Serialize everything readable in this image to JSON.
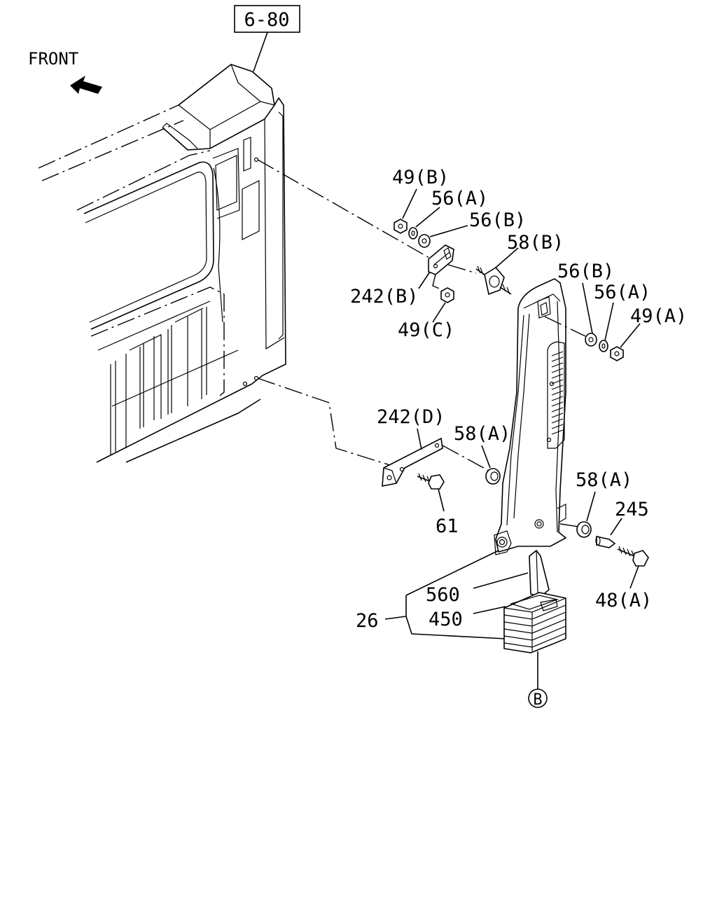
{
  "diagram": {
    "ref_box": "6-80",
    "direction_label": "FRONT",
    "colors": {
      "line": "#000000",
      "background": "#ffffff"
    },
    "icons": {
      "direction": "front-arrow-icon",
      "circled_b": "circled-b-icon"
    },
    "labels": {
      "p49b": "49(B)",
      "p56a_top": "56(A)",
      "p56b_top": "56(B)",
      "p58b": "58(B)",
      "p242b": "242(B)",
      "p49c": "49(C)",
      "p56b_right": "56(B)",
      "p56a_right": "56(A)",
      "p49a": "49(A)",
      "p242d": "242(D)",
      "p58a_mid": "58(A)",
      "p61": "61",
      "p58a_right": "58(A)",
      "p245": "245",
      "p48a": "48(A)",
      "p560": "560",
      "p450": "450",
      "p26": "26",
      "circled_b": "B"
    }
  }
}
